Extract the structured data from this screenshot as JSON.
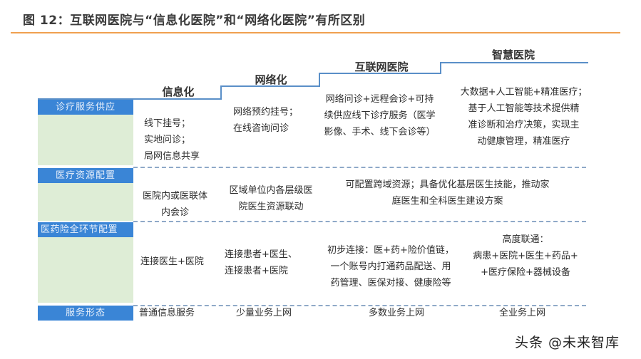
{
  "figure": {
    "title": "图 12：互联网医院与“信息化医院”和“网络化医院”有所区别"
  },
  "stages": [
    {
      "label": "信息化"
    },
    {
      "label": "网络化"
    },
    {
      "label": "互联网医院"
    },
    {
      "label": "智慧医院"
    }
  ],
  "rows": [
    {
      "header": "诊疗服务供应",
      "cells": [
        {
          "lines": [
            "线下挂号；",
            "实地问诊；",
            "局网信息共享"
          ]
        },
        {
          "lines": [
            "网络预约挂号；",
            "在线咨询问诊"
          ]
        },
        {
          "lines": [
            "网络问诊+远程会诊+可持",
            "续供应线下诊疗服务（医学",
            "影像、手术、线下会诊等）"
          ]
        },
        {
          "lines": [
            "大数据+人工智能+精准医疗；",
            "基于人工智能等技术提供精",
            "准诊断和治疗决策，实现主",
            "动健康管理，精准医疗"
          ]
        }
      ]
    },
    {
      "header": "医疗资源配置",
      "cells": [
        {
          "lines": [
            "医院内或医联体",
            "内会诊"
          ]
        },
        {
          "lines": [
            "区域单位内各层级医",
            "院医生资源联动"
          ]
        },
        {
          "lines": [
            "可配置跨域资源；具备优化基层医生技能，推动家",
            "庭医生和全科医生建设方案"
          ]
        }
      ]
    },
    {
      "header": "医药险全环节配置",
      "cells": [
        {
          "lines": [
            "连接医生+医院"
          ]
        },
        {
          "lines": [
            "连接患者+医生、",
            "连接患者+医院"
          ]
        },
        {
          "lines": [
            "初步连接：医+药+险价值链，",
            "一个账号内打通药品配送、用",
            "药管理、医保对接、健康险等"
          ]
        },
        {
          "lines": [
            "高度联通：",
            "病患+医院+医生+药品+",
            "+医疗保险+器械设备"
          ]
        }
      ]
    },
    {
      "header": "服务形态",
      "cells": [
        {
          "lines": [
            "普通信息服务"
          ]
        },
        {
          "lines": [
            "少量业务上网"
          ]
        },
        {
          "lines": [
            "多数业务上网"
          ]
        },
        {
          "lines": [
            "全业务上网"
          ]
        }
      ]
    }
  ],
  "watermark": "头条 @未来智库",
  "colors": {
    "header_blue": "#3a85d6",
    "body_green": "#deedd6",
    "title_rule_orange": "#f0a050",
    "stair_line": "#5a8fc8",
    "dash_line": "#8fa9c8"
  }
}
